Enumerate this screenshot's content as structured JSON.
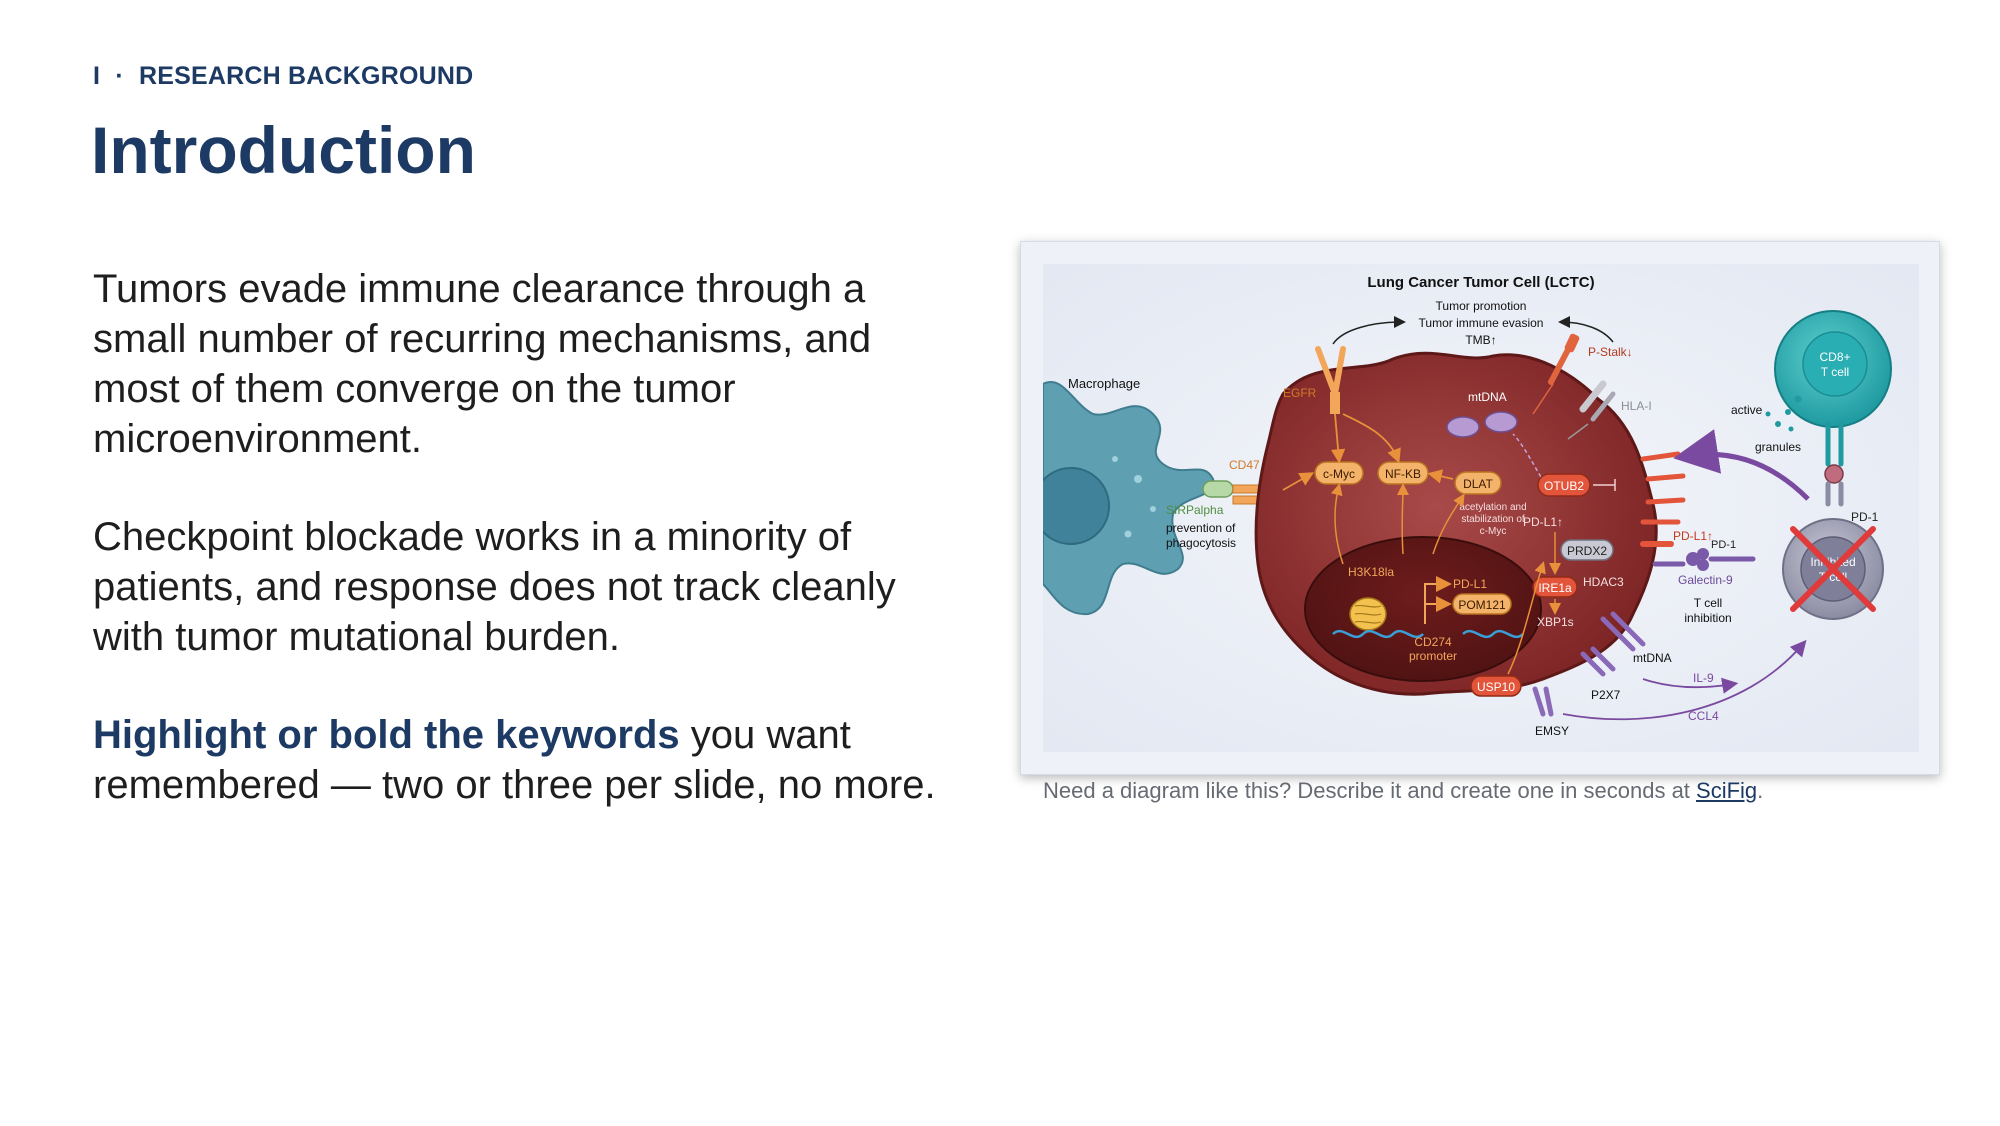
{
  "header": {
    "section_number": "I",
    "separator": "·",
    "section_label": "RESEARCH BACKGROUND",
    "title": "Introduction"
  },
  "body": {
    "p1": "Tumors evade immune clearance through a small number of recurring mechanisms, and most of them converge on the tumor microenvironment.",
    "p2": "Checkpoint blockade works in a minority of patients, and response does not track cleanly with tumor mutational burden.",
    "p3_keywords": "Highlight or bold the keywords",
    "p3_rest": " you want remembered — two or three per slide, no more."
  },
  "figure": {
    "title": "Lung Cancer Tumor Cell (LCTC)",
    "top_labels": [
      "Tumor promotion",
      "Tumor immune evasion",
      "TMB↑"
    ],
    "macrophage": "Macrophage",
    "egfr": "EGFR",
    "cd47": "CD47",
    "sirpalpha": "SIRPalpha",
    "prevention": [
      "prevention of",
      "phagocytosis"
    ],
    "cmyc": "c-Myc",
    "nfkb": "NF-KB",
    "dlat": "DLAT",
    "dlat_note": [
      "acetylation and",
      "stabilization of",
      "c-Myc"
    ],
    "mtdna_top": "mtDNA",
    "pstalk": "P-Stalk↓",
    "hlai": "HLA-I",
    "otub2": "OTUB2",
    "pdl1_inner": "PD-L1↑",
    "prdx2": "PRDX2",
    "hdac3": "HDAC3",
    "ire1a": "IRE1a",
    "xbp1s": "XBP1s",
    "h3k18la": "H3K18la",
    "pdl1_nuc": "PD-L1",
    "pom121": "POM121",
    "cd274": [
      "CD274",
      "promoter"
    ],
    "usp10": "USP10",
    "mtdna_bottom": "mtDNA",
    "p2x7": "P2X7",
    "emsy": "EMSY",
    "il9": "IL-9",
    "ccl4": "CCL4",
    "cd8": [
      "CD8+",
      "T cell"
    ],
    "active": "active",
    "granules": "granules",
    "pd1_right": "PD-1",
    "pdl1_right": "PD-L1↑",
    "pd1_small": "PD-1",
    "galectin": "Galectin-9",
    "tcell_inhib": [
      "T cell",
      "inhibition"
    ],
    "inhibited": [
      "Inhibited",
      "T cell"
    ]
  },
  "caption": {
    "text": "Need a diagram like this? Describe it and create one in seconds at ",
    "link": "SciFig",
    "end": "."
  }
}
